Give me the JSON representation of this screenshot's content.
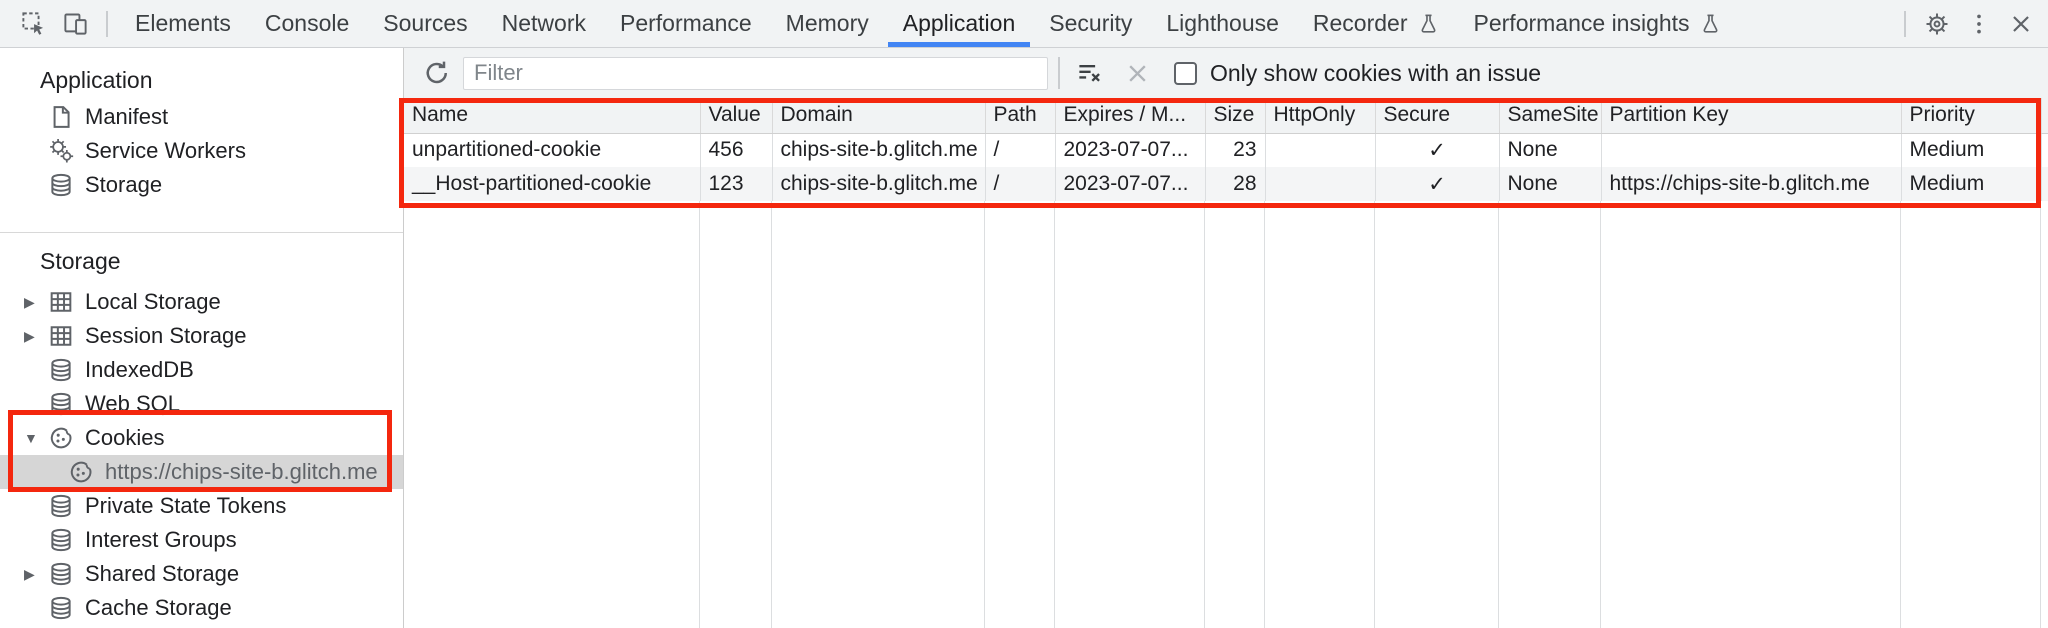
{
  "tab_bar": {
    "tabs": [
      {
        "label": "Elements"
      },
      {
        "label": "Console"
      },
      {
        "label": "Sources"
      },
      {
        "label": "Network"
      },
      {
        "label": "Performance"
      },
      {
        "label": "Memory"
      },
      {
        "label": "Application",
        "selected": true
      },
      {
        "label": "Security"
      },
      {
        "label": "Lighthouse"
      },
      {
        "label": "Recorder",
        "flask": true
      },
      {
        "label": "Performance insights",
        "flask": true
      }
    ],
    "right_icons": [
      "settings-gear-icon",
      "more-menu-icon",
      "close-icon"
    ]
  },
  "sidebar": {
    "sections": [
      {
        "title": "Application",
        "items": [
          {
            "label": "Manifest",
            "icon": "document-icon"
          },
          {
            "label": "Service Workers",
            "icon": "gears-icon"
          },
          {
            "label": "Storage",
            "icon": "database-icon"
          }
        ]
      },
      {
        "title": "Storage",
        "items": [
          {
            "label": "Local Storage",
            "icon": "grid-icon",
            "expander": "collapsed"
          },
          {
            "label": "Session Storage",
            "icon": "grid-icon",
            "expander": "collapsed"
          },
          {
            "label": "IndexedDB",
            "icon": "database-icon"
          },
          {
            "label": "Web SQL",
            "icon": "database-icon"
          },
          {
            "label": "Cookies",
            "icon": "cookie-icon",
            "expander": "expanded",
            "annotated": true
          },
          {
            "label": "https://chips-site-b.glitch.me",
            "icon": "cookie-icon",
            "selected": true,
            "child": true,
            "annotated": true
          },
          {
            "label": "Private State Tokens",
            "icon": "database-icon"
          },
          {
            "label": "Interest Groups",
            "icon": "database-icon"
          },
          {
            "label": "Shared Storage",
            "icon": "database-icon",
            "expander": "collapsed"
          },
          {
            "label": "Cache Storage",
            "icon": "database-icon"
          }
        ]
      }
    ]
  },
  "toolbar": {
    "filter_placeholder": "Filter",
    "filter_value": "",
    "only_issue_label": "Only show cookies with an issue",
    "checkbox_checked": false
  },
  "cookie_table": {
    "columns": [
      "Name",
      "Value",
      "Domain",
      "Path",
      "Expires / M...",
      "Size",
      "HttpOnly",
      "Secure",
      "SameSite",
      "Partition Key",
      "Priority"
    ],
    "rows": [
      {
        "name": "unpartitioned-cookie",
        "value": "456",
        "domain": "chips-site-b.glitch.me",
        "path": "/",
        "expires": "2023-07-07...",
        "size": "23",
        "http_only": "",
        "secure": "✓",
        "same_site": "None",
        "partition_key": "",
        "priority": "Medium"
      },
      {
        "name": "__Host-partitioned-cookie",
        "value": "123",
        "domain": "chips-site-b.glitch.me",
        "path": "/",
        "expires": "2023-07-07...",
        "size": "28",
        "http_only": "",
        "secure": "✓",
        "same_site": "None",
        "partition_key": "https://chips-site-b.glitch.me",
        "priority": "Medium"
      }
    ]
  },
  "colors": {
    "accent_blue": "#4285f4",
    "annotation_red": "#f4270e",
    "toolbar_bg": "#f1f3f4",
    "selected_item_bg": "#d6d6d6",
    "row_stripe_bg": "#f4f5f6"
  }
}
